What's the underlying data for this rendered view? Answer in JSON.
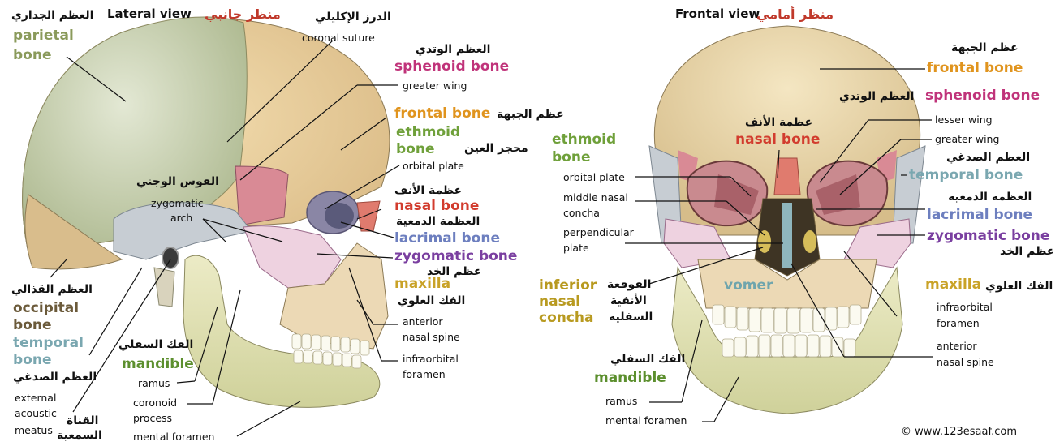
{
  "colors": {
    "parietal": "#8a9a5b",
    "sphenoid": "#c0337a",
    "frontal": "#e0941e",
    "ethmoid": "#6fa03a",
    "nasal": "#d23c2e",
    "lacrimal": "#6d7fbf",
    "zygomatic": "#7a3fa0",
    "maxilla": "#c9a227",
    "occipital": "#6b5a3a",
    "temporal": "#7aa7b0",
    "mandible": "#5c8f2e",
    "vomer": "#6fa5ad",
    "inferior_concha": "#b89a20",
    "header_ar": "#c0392b"
  },
  "headers": {
    "lateral_en": "Lateral view",
    "lateral_ar": "منظر جانبي",
    "frontal_en": "Frontal view",
    "frontal_ar": "منظر أمامي"
  },
  "lateral": {
    "parietal_ar": "العظم الجداري",
    "parietal_en_1": "parietal",
    "parietal_en_2": "bone",
    "coronal_ar": "الدرز الإكليلي",
    "coronal_en": "coronal suture",
    "sphenoid_ar": "العظم الوتدي",
    "sphenoid_en": "sphenoid bone",
    "greater_wing": "greater wing",
    "frontal_en": "frontal bone",
    "frontal_ar": "عظم الجبهة",
    "ethmoid_en_1": "ethmoid",
    "ethmoid_en_2": "bone",
    "orbit_ar": "محجر العين",
    "orbital_plate": "orbital plate",
    "zyg_arch_ar": "القوس الوجني",
    "zyg_arch_en_1": "zygomatic",
    "zyg_arch_en_2": "arch",
    "nasal_ar": "عظمة الأنف",
    "nasal_en": "nasal bone",
    "lacrimal_ar": "العظمة الدمعية",
    "lacrimal_en": "lacrimal bone",
    "zygomatic_en": "zygomatic bone",
    "zygomatic_ar": "عظم الخد",
    "maxilla_en": "maxilla",
    "maxilla_ar": "الفك العلوي",
    "ans_1": "anterior",
    "ans_2": "nasal spine",
    "iof_1": "infraorbital",
    "iof_2": "foramen",
    "occipital_ar": "العظم القذالي",
    "occipital_en_1": "occipital",
    "occipital_en_2": "bone",
    "temporal_en_1": "temporal",
    "temporal_en_2": "bone",
    "temporal_ar": "العظم الصدغي",
    "mandible_ar": "الفك السفلي",
    "mandible_en": "mandible",
    "ramus": "ramus",
    "coronoid_1": "coronoid",
    "coronoid_2": "process",
    "mental_foramen": "mental foramen",
    "eam_1": "external",
    "eam_2": "acoustic",
    "eam_3": "meatus",
    "canal_ar_1": "القناة",
    "canal_ar_2": "السمعية"
  },
  "frontal": {
    "frontal_ar": "عظم الجبهة",
    "frontal_en": "frontal bone",
    "sphenoid_ar": "العظم الوتدي",
    "sphenoid_en": "sphenoid bone",
    "nasal_ar": "عظمة الأنف",
    "nasal_en": "nasal bone",
    "lesser_wing": "lesser wing",
    "greater_wing": "greater wing",
    "temporal_ar": "العظم الصدغي",
    "temporal_en": "temporal bone",
    "ethmoid_en_1": "ethmoid",
    "ethmoid_en_2": "bone",
    "orbital_plate": "orbital plate",
    "mnc_1": "middle nasal",
    "mnc_2": "concha",
    "pp_1": "perpendicular",
    "pp_2": "plate",
    "lacrimal_ar": "العظمة الدمعية",
    "lacrimal_en": "lacrimal bone",
    "zygomatic_en": "zygomatic bone",
    "zygomatic_ar": "عظم الخد",
    "inc_en_1": "inferior",
    "inc_en_2": "nasal",
    "inc_en_3": "concha",
    "inc_ar_1": "القوقعة",
    "inc_ar_2": "الأنفية",
    "inc_ar_3": "السفلية",
    "vomer": "vomer",
    "maxilla_ar": "الفك العلوي",
    "maxilla_en": "maxilla",
    "iof_1": "infraorbital",
    "iof_2": "foramen",
    "ans_1": "anterior",
    "ans_2": "nasal spine",
    "mandible_ar": "الفك السفلي",
    "mandible_en": "mandible",
    "ramus": "ramus",
    "mental_foramen": "mental foramen"
  },
  "copyright": "© www.123esaaf.com"
}
